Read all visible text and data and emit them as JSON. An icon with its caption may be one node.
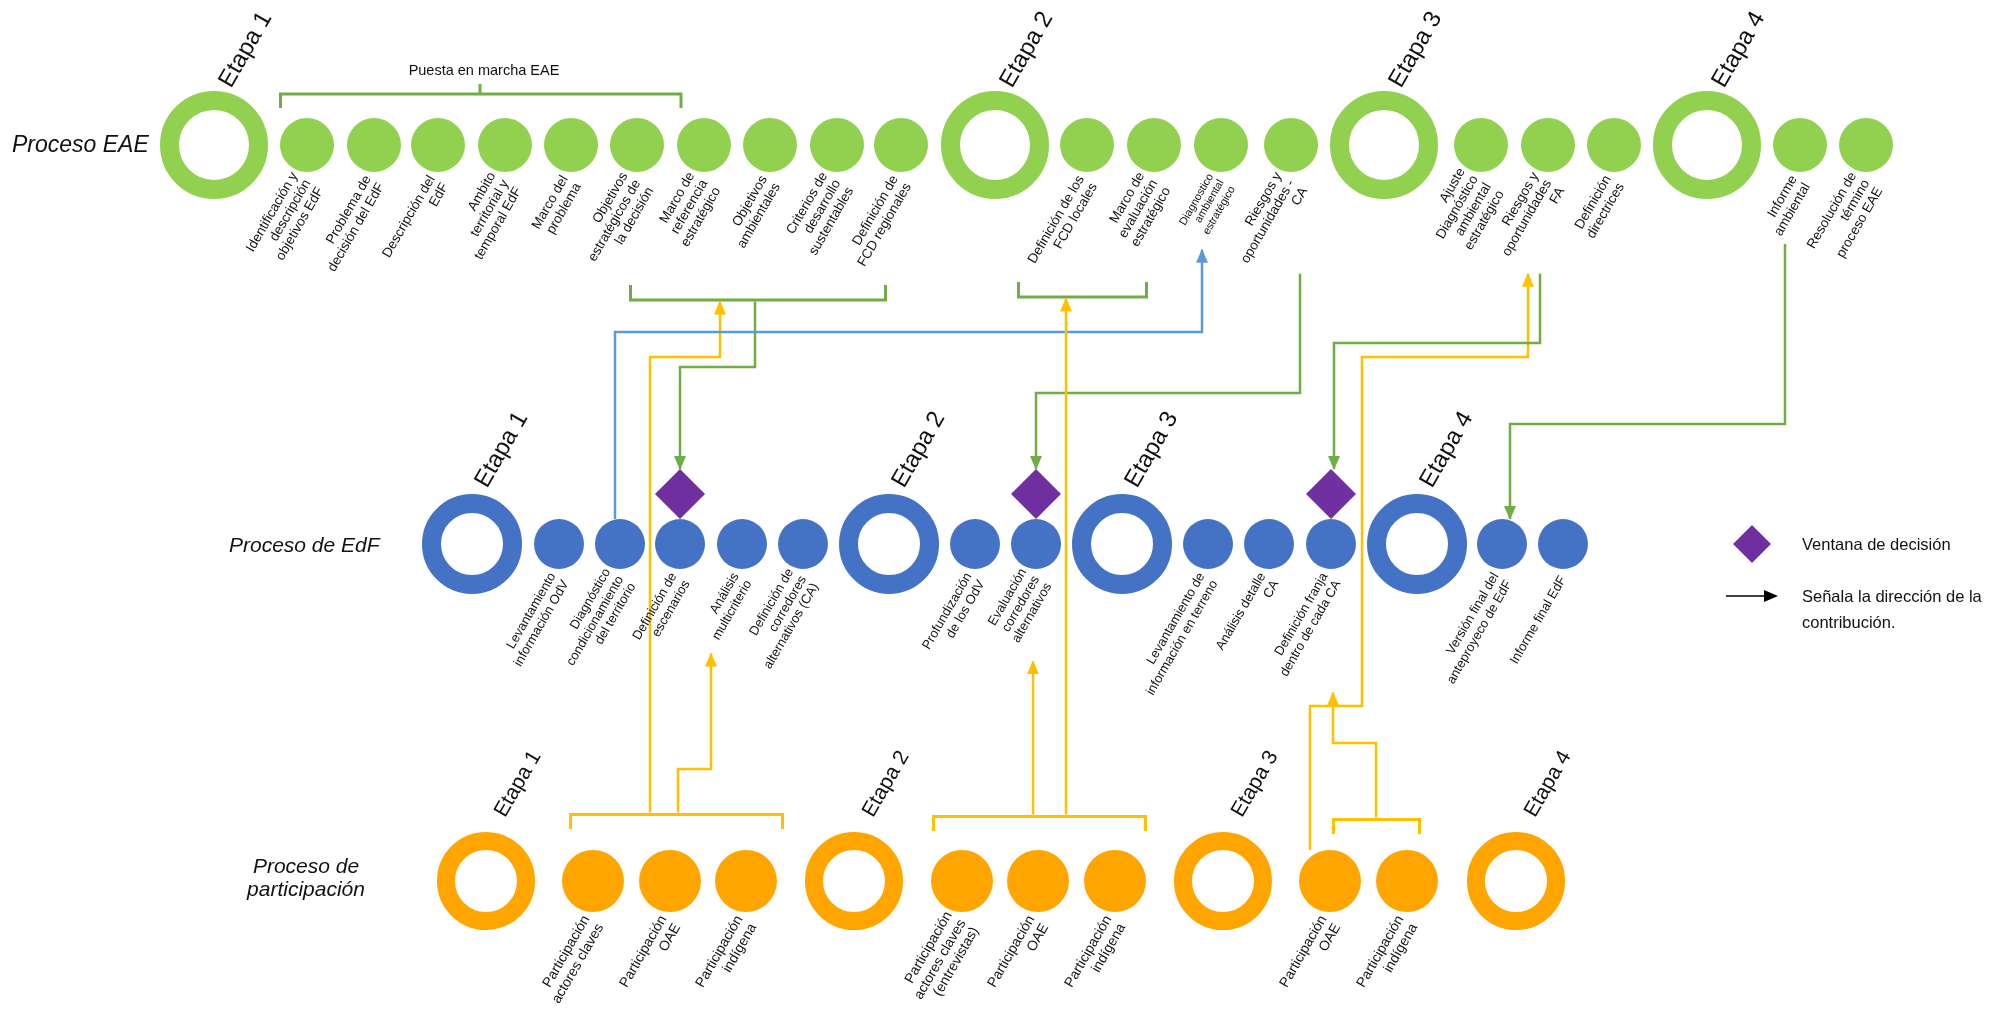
{
  "diagram": {
    "nodes": [
      {
        "text": [
          "Etapa 1"
        ]
      },
      {
        "text": [
          "Identificación y descripción objetivos EdF"
        ]
      },
      {
        "text": [
          "Problema de decisión del EdF"
        ]
      },
      {
        "text": [
          "Descripción del EdF"
        ]
      },
      {
        "text": [
          "Ambito territorial y temporal EdF"
        ]
      },
      {
        "text": [
          "Marco del problema"
        ]
      },
      {
        "text": [
          "Objetivos estratégicos de la decisión"
        ]
      },
      {
        "text": [
          "Marco de referencia estratégico"
        ]
      },
      {
        "text": [
          "Objetivos ambientales"
        ]
      },
      {
        "text": [
          "Criterios de desarrollo sustentables"
        ]
      },
      {
        "text": [
          "Definición de FCD regionales"
        ]
      },
      {
        "text": [
          "Etapa 2"
        ]
      },
      {
        "text": [
          "Definición de los FCD locales"
        ]
      },
      {
        "text": [
          "Marco de evaluación estratégico"
        ]
      },
      {
        "text": [
          "Diagnostico ambiental estratégico"
        ]
      },
      {
        "text": [
          "Riesgos y oportunidades - CA"
        ]
      },
      {
        "text": [
          "Etapa 3"
        ]
      },
      {
        "text": [
          "Ajuste Diagnóstico ambiental estratégico"
        ]
      },
      {
        "text": [
          "Riesgos y oportunidades FA"
        ]
      },
      {
        "text": [
          "Definición directrices"
        ]
      },
      {
        "text": [
          "Etapa 4"
        ]
      },
      {
        "text": [
          "Informe ambiental"
        ]
      },
      {
        "text": [
          "Resolución de término proceso EAE"
        ]
      },
      {
        "text": [
          "Etapa 1"
        ]
      },
      {
        "text": [
          "Levantamiento información OdV"
        ]
      },
      {
        "text": [
          "Diagnóstico condicionamiento del territorio"
        ]
      },
      {
        "text": [
          "Definición de escenarios"
        ]
      },
      {
        "text": [
          "Análisis multicriterio"
        ]
      },
      {
        "text": [
          "Definición de corredores alternativos (CA)"
        ]
      },
      {
        "text": [
          "Etapa 2"
        ]
      },
      {
        "text": [
          "Profundización de los OdV"
        ]
      },
      {
        "text": [
          "Evaluación corredores alternativos"
        ]
      },
      {
        "text": [
          "Etapa 3"
        ]
      },
      {
        "text": [
          "Levantamiento de información en terreno"
        ]
      },
      {
        "text": [
          "Análisis detalle CA"
        ]
      },
      {
        "text": [
          "Definición franja dentro de cada CA"
        ]
      },
      {
        "text": [
          "Etapa 4"
        ]
      },
      {
        "text": [
          "Versión final del anteproyeco de EdF"
        ]
      },
      {
        "text": [
          "Informe final EdF"
        ]
      },
      {
        "text": [
          "Etapa 1"
        ]
      },
      {
        "text": [
          "Participación actores claves"
        ]
      },
      {
        "text": [
          "Participación OAE"
        ]
      },
      {
        "text": [
          "Participación indígena"
        ]
      },
      {
        "text": [
          "Etapa 2"
        ]
      },
      {
        "text": [
          "Participación actores claves (entrevistas)"
        ]
      },
      {
        "text": [
          "Participación OAE"
        ]
      },
      {
        "text": [
          "Participación indígena"
        ]
      },
      {
        "text": [
          "Etapa 3"
        ]
      },
      {
        "text": [
          "Participación OAE"
        ]
      },
      {
        "text": [
          "Participación indígena"
        ]
      },
      {
        "text": [
          "Etapa 4"
        ]
      },
      {
        "text": [],
        "shape": "diamond"
      },
      {
        "text": [],
        "shape": "diamond"
      },
      {
        "text": [],
        "shape": "diamond"
      },
      {
        "text": [],
        "shape": "bracket"
      },
      {
        "text": [],
        "shape": "bracket"
      },
      {
        "text": [],
        "shape": "bracket"
      },
      {
        "text": [],
        "shape": "bracket"
      },
      {
        "text": [],
        "shape": "bracket"
      }
    ],
    "edges": [
      {
        "from": 54,
        "to": 51,
        "arrow": "to",
        "color": "#70ad47"
      },
      {
        "from": 56,
        "to": 54,
        "arrow": "to"
      },
      {
        "from": 56,
        "to": 27,
        "arrow": "to"
      },
      {
        "from": 25,
        "to": 14,
        "arrow": "to",
        "color": "#5b9bd5"
      },
      {
        "from": 15,
        "to": 52,
        "arrow": "to",
        "color": "#70ad47"
      },
      {
        "from": 57,
        "to": 55,
        "arrow": "to"
      },
      {
        "from": 57,
        "to": 31,
        "arrow": "to"
      },
      {
        "from": 48,
        "to": 18,
        "arrow": "to"
      },
      {
        "from": 58,
        "to": 35,
        "arrow": "to"
      },
      {
        "from": 18,
        "to": 53,
        "arrow": "to",
        "color": "#70ad47"
      },
      {
        "from": 21,
        "to": 37,
        "arrow": "to",
        "color": "#70ad47"
      }
    ],
    "labels": [
      "Puesta en marcha EAE",
      "Proceso EAE",
      "Proceso de EdF",
      "Proceso de participación"
    ],
    "legend": [
      {
        "text": "Ventana de decisión"
      },
      {
        "text": "Señala la dirección de la contribución."
      }
    ]
  }
}
